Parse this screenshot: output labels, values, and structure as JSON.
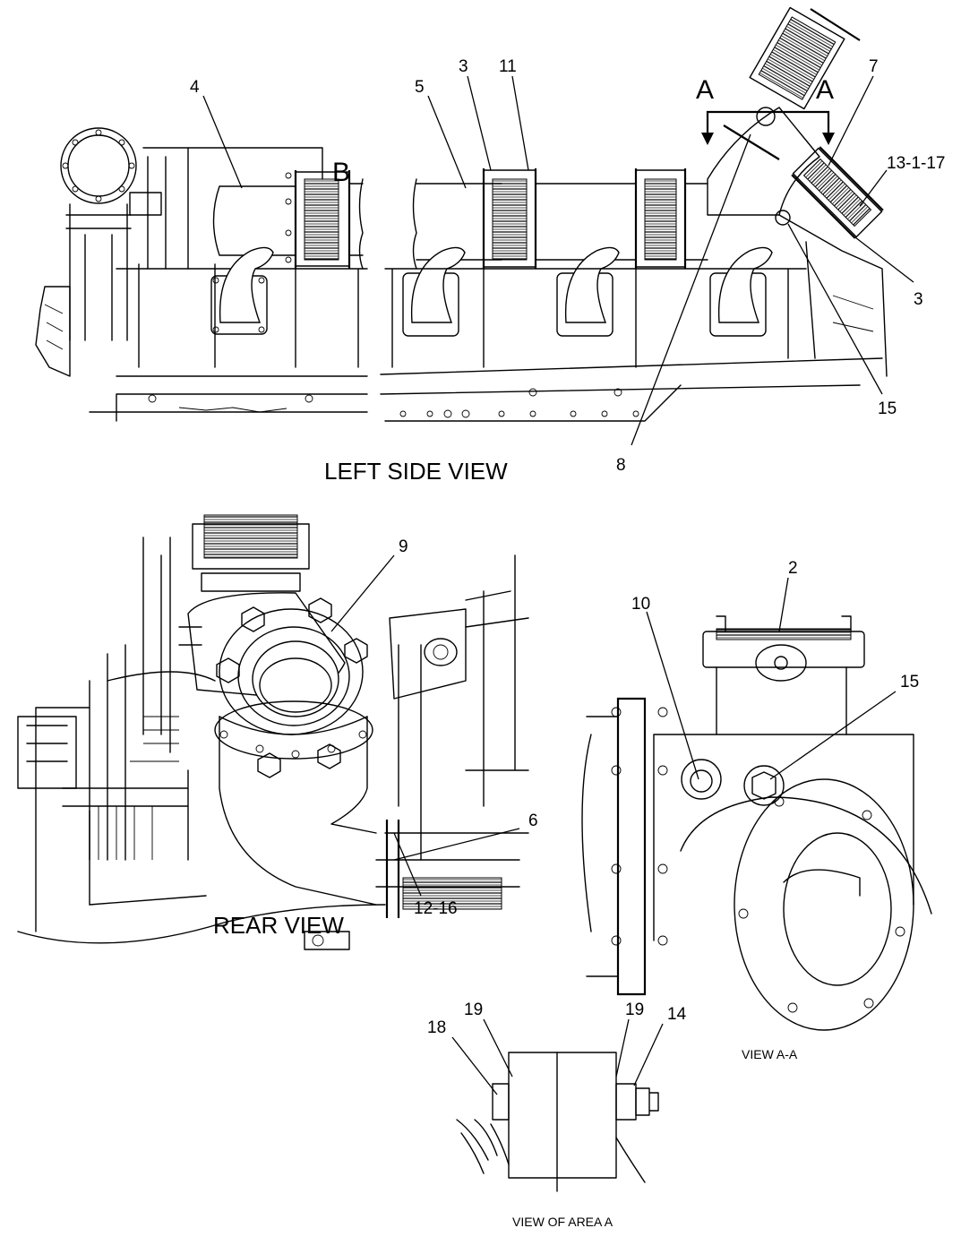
{
  "views": {
    "left_side": "LEFT SIDE VIEW",
    "rear": "REAR VIEW",
    "section_aa": "VIEW A-A",
    "area_a": "VIEW OF AREA A"
  },
  "section_marks": {
    "a_left": "A",
    "a_right": "A",
    "b": "B"
  },
  "callouts": {
    "c4": "4",
    "c5": "5",
    "c3_top": "3",
    "c11": "11",
    "c7": "7",
    "c13": "13-1-17",
    "c3_right": "3",
    "c15_top": "15",
    "c8": "8",
    "c9": "9",
    "c6": "6",
    "c12": "12-16",
    "c10": "10",
    "c2": "2",
    "c15_aa": "15",
    "c18": "18",
    "c19_left": "19",
    "c19_right": "19",
    "c14": "14"
  }
}
